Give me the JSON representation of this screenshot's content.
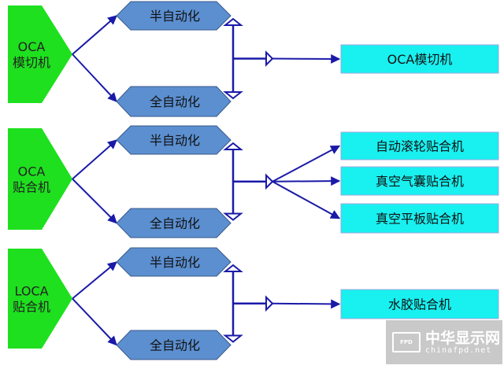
{
  "colors": {
    "source": "#1ee01e",
    "hexagon": "#5b8fd0",
    "target": "#19f0f0",
    "arrow": "#1a1aa8"
  },
  "groups": [
    {
      "source": [
        "OCA",
        "模切机"
      ],
      "semi": "半自动化",
      "full": "全自动化",
      "targets": [
        "OCA模切机"
      ]
    },
    {
      "source": [
        "OCA",
        "贴合机"
      ],
      "semi": "半自动化",
      "full": "全自动化",
      "targets": [
        "自动滚轮贴合机",
        "真空气囊贴合机",
        "真空平板贴合机"
      ]
    },
    {
      "source": [
        "LOCA",
        "贴合机"
      ],
      "semi": "半自动化",
      "full": "全自动化",
      "targets": [
        "水胶贴合机"
      ]
    }
  ],
  "watermark": {
    "badge": "FPD",
    "name": "中华显示网",
    "url": "chinafpd.net"
  }
}
